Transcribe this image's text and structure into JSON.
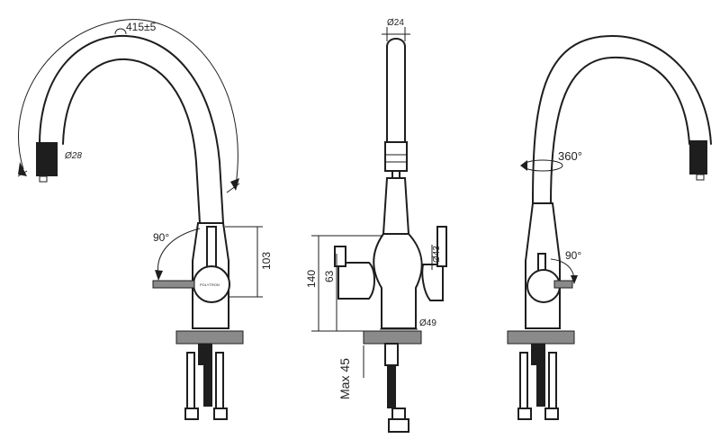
{
  "dimensions": {
    "reach": "415±5",
    "spray_diameter": "Ø28",
    "side_lever_angle": "90°",
    "height_103": "103",
    "spout_diameter": "Ø24",
    "height_140": "140",
    "height_63": "63",
    "lever_diameter": "Ø43",
    "base_diameter": "Ø49",
    "max_45": "Max 45",
    "swivel": "360°",
    "back_lever_angle": "90°"
  },
  "brand_label": "POLYTRON"
}
